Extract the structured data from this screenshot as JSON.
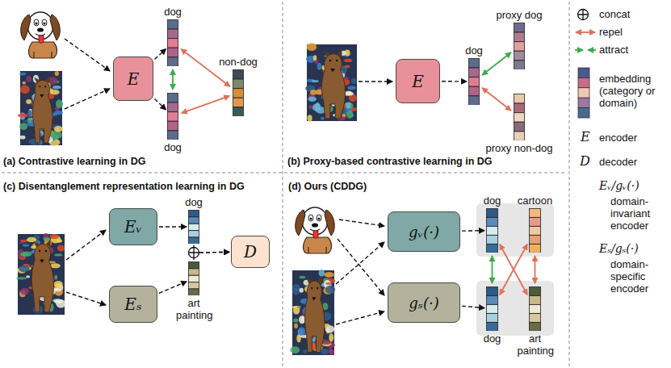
{
  "diagram": {
    "nodes": [
      {
        "text": [
          "E"
        ]
      },
      {
        "text": [
          "dog"
        ]
      },
      {
        "text": [
          "dog"
        ]
      },
      {
        "text": [
          "non-dog"
        ]
      },
      {
        "text": [
          "E"
        ]
      },
      {
        "text": [
          "dog"
        ]
      },
      {
        "text": [
          "proxy dog"
        ]
      },
      {
        "text": [
          "proxy non-dog"
        ]
      },
      {
        "text": [
          "Eᵥ"
        ]
      },
      {
        "text": [
          "Eₛ"
        ]
      },
      {
        "text": [
          "dog"
        ]
      },
      {
        "text": [
          "art painting"
        ]
      },
      {
        "text": [
          "D"
        ]
      },
      {
        "text": [
          "gᵥ(·)"
        ]
      },
      {
        "text": [
          "gₛ(·)"
        ]
      },
      {
        "text": [
          "dog"
        ]
      },
      {
        "text": [
          "cartoon"
        ]
      },
      {
        "text": [
          "dog"
        ]
      },
      {
        "text": [
          "art painting"
        ]
      }
    ],
    "edges": [
      {
        "from": 0,
        "to": 1,
        "arrow": "to"
      },
      {
        "from": 0,
        "to": 2,
        "arrow": "to"
      },
      {
        "from": 1,
        "to": 2,
        "arrow": "both"
      },
      {
        "from": 1,
        "to": 3,
        "arrow": "both"
      },
      {
        "from": 2,
        "to": 3,
        "arrow": "both"
      },
      {
        "from": 4,
        "to": 5,
        "arrow": "to"
      },
      {
        "from": 5,
        "to": 6,
        "arrow": "both"
      },
      {
        "from": 5,
        "to": 7,
        "arrow": "both"
      },
      {
        "from": 8,
        "to": 10,
        "arrow": "to"
      },
      {
        "from": 9,
        "to": 11,
        "arrow": "to"
      },
      {
        "from": 10,
        "to": 12,
        "arrow": "to"
      },
      {
        "from": 11,
        "to": 12,
        "arrow": "to"
      },
      {
        "from": 13,
        "to": 15,
        "arrow": "to"
      },
      {
        "from": 14,
        "to": 17,
        "arrow": "to"
      },
      {
        "from": 15,
        "to": 17,
        "arrow": "both"
      },
      {
        "from": 15,
        "to": 18,
        "arrow": "both"
      },
      {
        "from": 16,
        "to": 17,
        "arrow": "both"
      },
      {
        "from": 16,
        "to": 18,
        "arrow": "both"
      }
    ],
    "labels": [
      "(a) Contrastive learning in DG",
      "(b) Proxy-based contrastive learning in DG",
      "(c) Disentanglement representation learning in DG",
      "(d) Ours (CDDG)",
      "E",
      "D",
      "Eᵥ/gᵥ(·)",
      "Eₛ/gₛ(·)"
    ],
    "legend": [
      {
        "text": "concat"
      },
      {
        "text": "repel"
      },
      {
        "text": "attract"
      },
      {
        "text": "embedding (category or domain)"
      },
      {
        "text": "encoder"
      },
      {
        "text": "decoder"
      },
      {
        "text": "domain-invariant encoder"
      },
      {
        "text": "domain-specific encoder"
      }
    ]
  }
}
